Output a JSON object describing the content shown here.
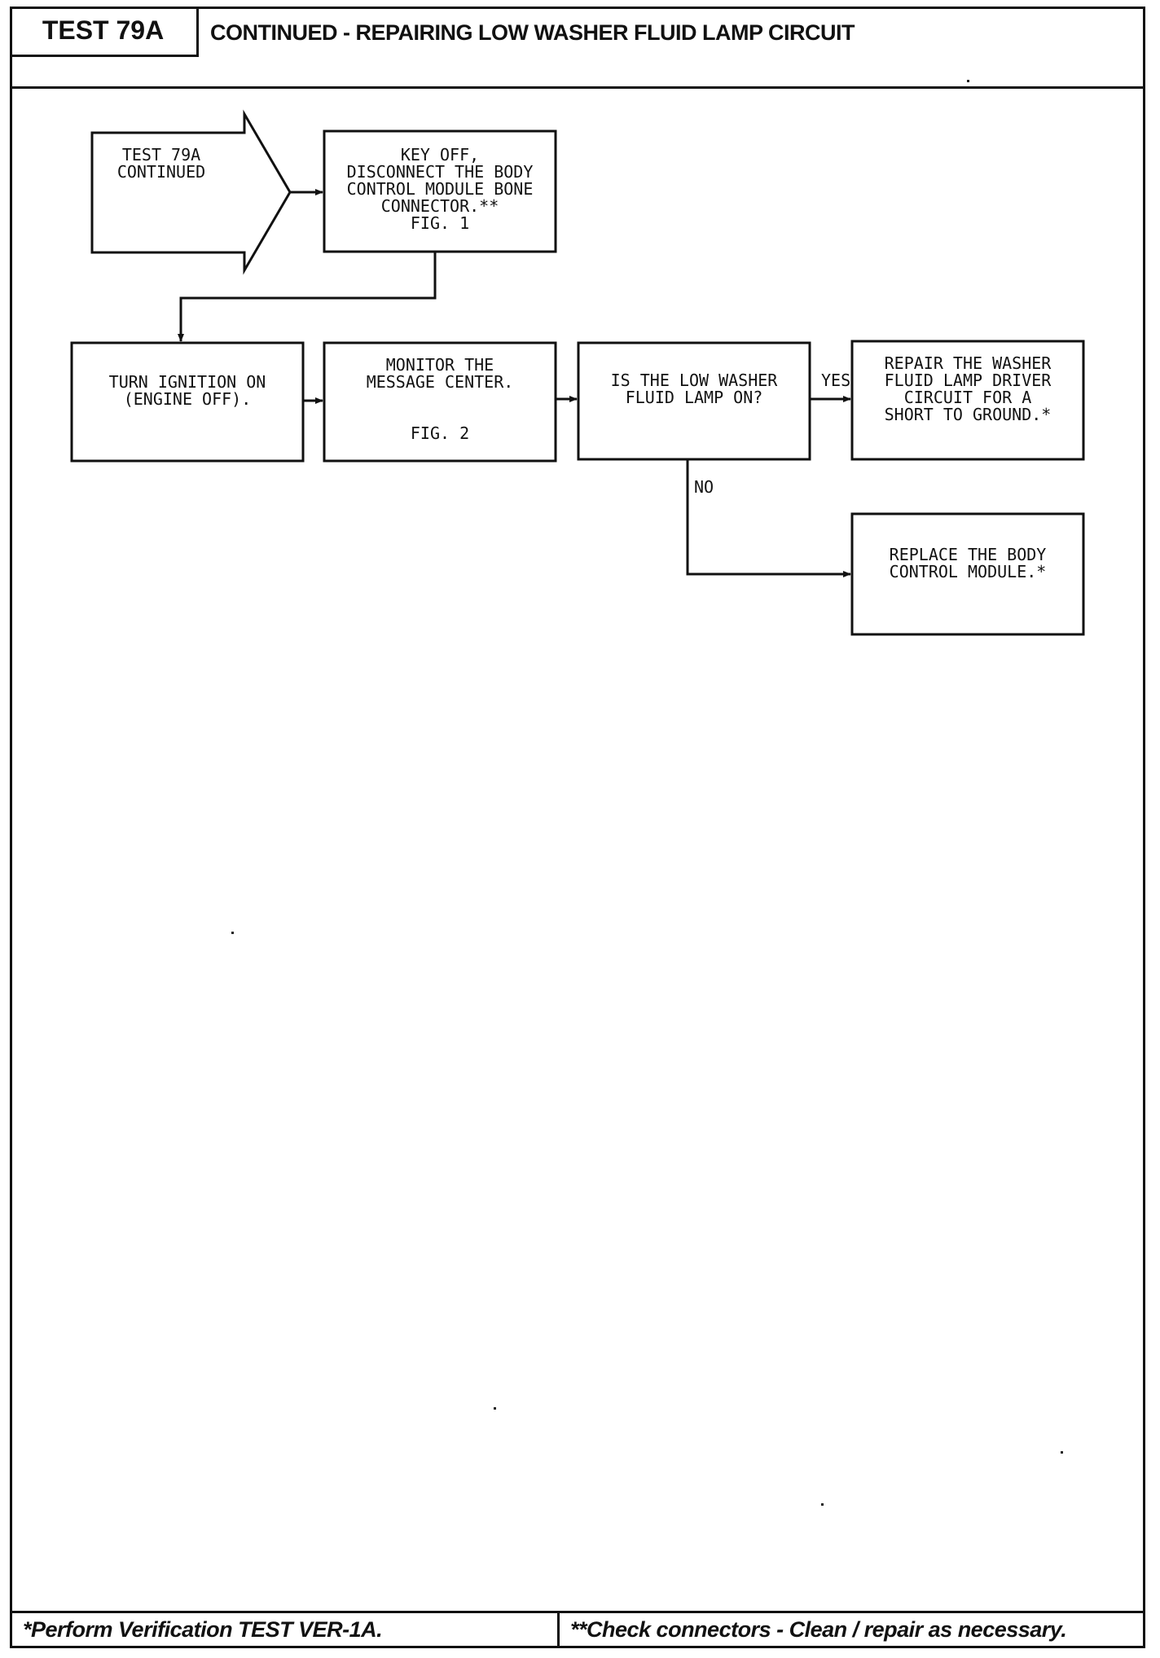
{
  "header": {
    "test_label": "TEST 79A",
    "title": "CONTINUED - REPAIRING LOW WASHER FLUID LAMP CIRCUIT"
  },
  "flow": {
    "start_arrow": "TEST 79A\nCONTINUED",
    "step_key_off": "KEY OFF,\nDISCONNECT THE BODY\nCONTROL MODULE BONE\nCONNECTOR.**\nFIG. 1",
    "step_ignition": "TURN IGNITION ON\n(ENGINE OFF).",
    "step_monitor": "MONITOR THE\nMESSAGE CENTER.",
    "step_monitor_fig": "FIG. 2",
    "decision": "IS THE LOW WASHER\nFLUID LAMP ON?",
    "yes_label": "YES",
    "no_label": "NO",
    "yes_result": "REPAIR THE WASHER\nFLUID LAMP DRIVER\nCIRCUIT FOR A\nSHORT TO GROUND.*",
    "no_result": "REPLACE THE BODY\nCONTROL MODULE.*"
  },
  "footer": {
    "left": "*Perform Verification TEST VER-1A.",
    "right": "**Check connectors - Clean / repair as necessary."
  }
}
